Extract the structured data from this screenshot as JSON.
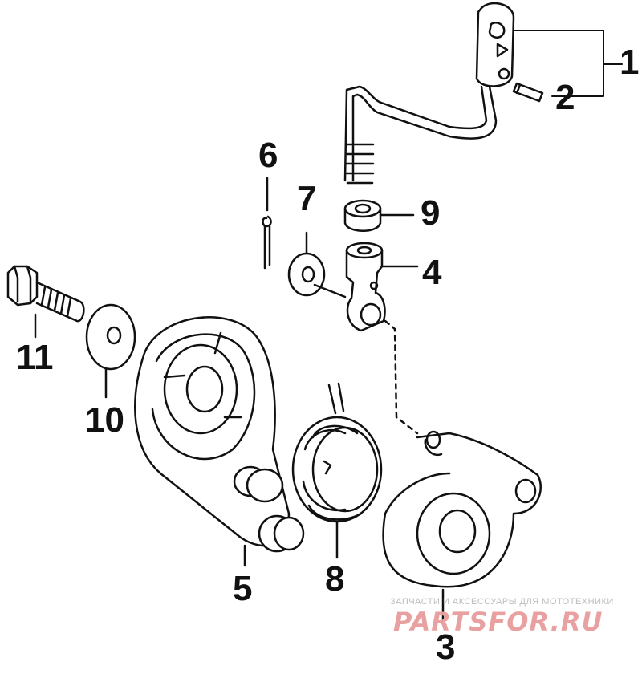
{
  "callouts": {
    "p1": "1",
    "p2": "2",
    "p3": "3",
    "p4": "4",
    "p5": "5",
    "p6": "6",
    "p7": "7",
    "p8": "8",
    "p9": "9",
    "p10": "10",
    "p11": "11"
  },
  "watermark": {
    "tagline": "ЗАПЧАСТИ И АКСЕССУАРЫ ДЛЯ МОТОТЕХНИКИ",
    "brand": "PARTSFOR.RU"
  },
  "colors": {
    "ink": "#111111",
    "watermark_text": "#bdbdbd",
    "watermark_brand": "#e9a0a0"
  }
}
